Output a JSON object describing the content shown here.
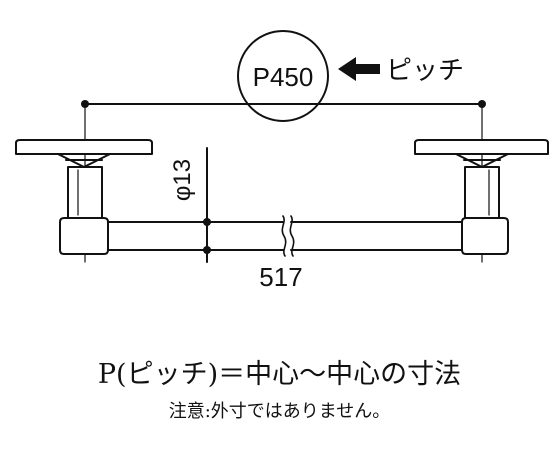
{
  "diagram": {
    "pitch_label": "P450",
    "pitch_word": "ピッチ",
    "diameter_label": "φ13",
    "length_label": "517"
  },
  "captions": {
    "definition": "P(ピッチ)＝中心～中心の寸法",
    "note": "注意:外寸ではありません。"
  },
  "colors": {
    "line": "#111111",
    "background": "#ffffff"
  }
}
